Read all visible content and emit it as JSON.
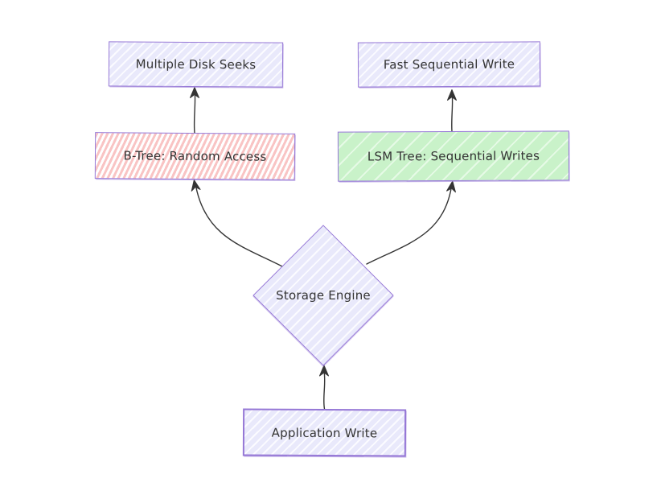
{
  "diagram": {
    "type": "flowchart",
    "direction": "bottom-to-top",
    "nodes": {
      "multiple_disk_seeks": {
        "label": "Multiple Disk Seeks",
        "shape": "rectangle",
        "fill": "#e9e9fb"
      },
      "fast_sequential_write": {
        "label": "Fast Sequential Write",
        "shape": "rectangle",
        "fill": "#e9e9fb"
      },
      "btree": {
        "label": "B-Tree: Random Access",
        "shape": "rectangle",
        "fill": "#f9c4c4"
      },
      "lsm": {
        "label": "LSM Tree: Sequential Writes",
        "shape": "rectangle",
        "fill": "#c9f2c9"
      },
      "storage_engine": {
        "label": "Storage Engine",
        "shape": "diamond",
        "fill": "#e9e9fb"
      },
      "application_write": {
        "label": "Application Write",
        "shape": "rectangle",
        "fill": "#e9e9fb"
      }
    },
    "edges": [
      {
        "from": "application_write",
        "to": "storage_engine"
      },
      {
        "from": "storage_engine",
        "to": "btree"
      },
      {
        "from": "storage_engine",
        "to": "lsm"
      },
      {
        "from": "btree",
        "to": "multiple_disk_seeks"
      },
      {
        "from": "lsm",
        "to": "fast_sequential_write"
      }
    ],
    "colors": {
      "background": "#ffffff",
      "node_fill_lavender": "#e9e9fb",
      "node_fill_pink": "#f9c4c4",
      "node_fill_green": "#c9f2c9",
      "border_purple": "#9577d6",
      "edge_color": "#343434",
      "text_color": "#333333"
    }
  }
}
